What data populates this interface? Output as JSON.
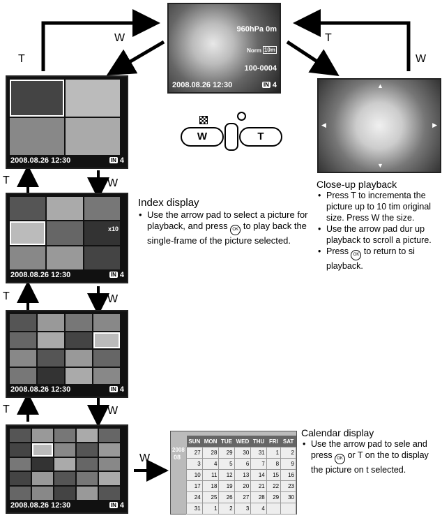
{
  "arrow_labels": {
    "top_left_w": "W",
    "top_left_t": "T",
    "top_right_t": "T",
    "top_right_w": "W",
    "level1_t": "T",
    "level1_w": "W",
    "level2_t": "T",
    "level2_w": "W",
    "level3_t": "T",
    "level3_w": "W",
    "calendar_w": "W"
  },
  "main_screen": {
    "pressure": "960hPa 0m",
    "quality": "Norm",
    "size": "10m",
    "file_number": "100-0004",
    "timestamp": "2008.08.26  12:30",
    "frame": "4"
  },
  "index_screens": [
    {
      "timestamp": "2008.08.26  12:30",
      "frame": "4"
    },
    {
      "timestamp": "2008.08.26  12:30",
      "frame": "4"
    },
    {
      "timestamp": "2008.08.26  12:30",
      "frame": "4"
    },
    {
      "timestamp": "2008.08.26  12:30",
      "frame": "4"
    }
  ],
  "print_count": "x10",
  "buttons": {
    "w": "W",
    "t": "T"
  },
  "index_display": {
    "heading": "Index display",
    "bullet1_pre": "Use the arrow pad to select a picture for playback, and press ",
    "bullet1_post": " to play back the single-frame of the picture selected."
  },
  "closeup": {
    "heading": "Close-up playback",
    "b1": "Press T to incrementa the picture up to 10 tim original size. Press W the size.",
    "b2": "Use the arrow pad dur up playback to scroll a picture.",
    "b3_pre": "Press ",
    "b3_post": " to return to si playback."
  },
  "calendar": {
    "heading": "Calendar display",
    "b1_pre": "Use the arrow pad to sele and press ",
    "b1_post": " or T on the to display the picture on t selected.",
    "year": "2008",
    "month": "08",
    "days": [
      "SUN",
      "MON",
      "TUE",
      "WED",
      "THU",
      "FRI",
      "SAT"
    ],
    "rows": [
      [
        "27",
        "28",
        "29",
        "30",
        "31",
        "1",
        "2"
      ],
      [
        "3",
        "4",
        "5",
        "6",
        "7",
        "8",
        "9"
      ],
      [
        "10",
        "11",
        "12",
        "13",
        "14",
        "15",
        "16"
      ],
      [
        "17",
        "18",
        "19",
        "20",
        "21",
        "22",
        "23"
      ],
      [
        "24",
        "25",
        "26",
        "27",
        "28",
        "29",
        "30"
      ],
      [
        "31",
        "1",
        "2",
        "3",
        "4",
        "",
        ""
      ]
    ]
  }
}
